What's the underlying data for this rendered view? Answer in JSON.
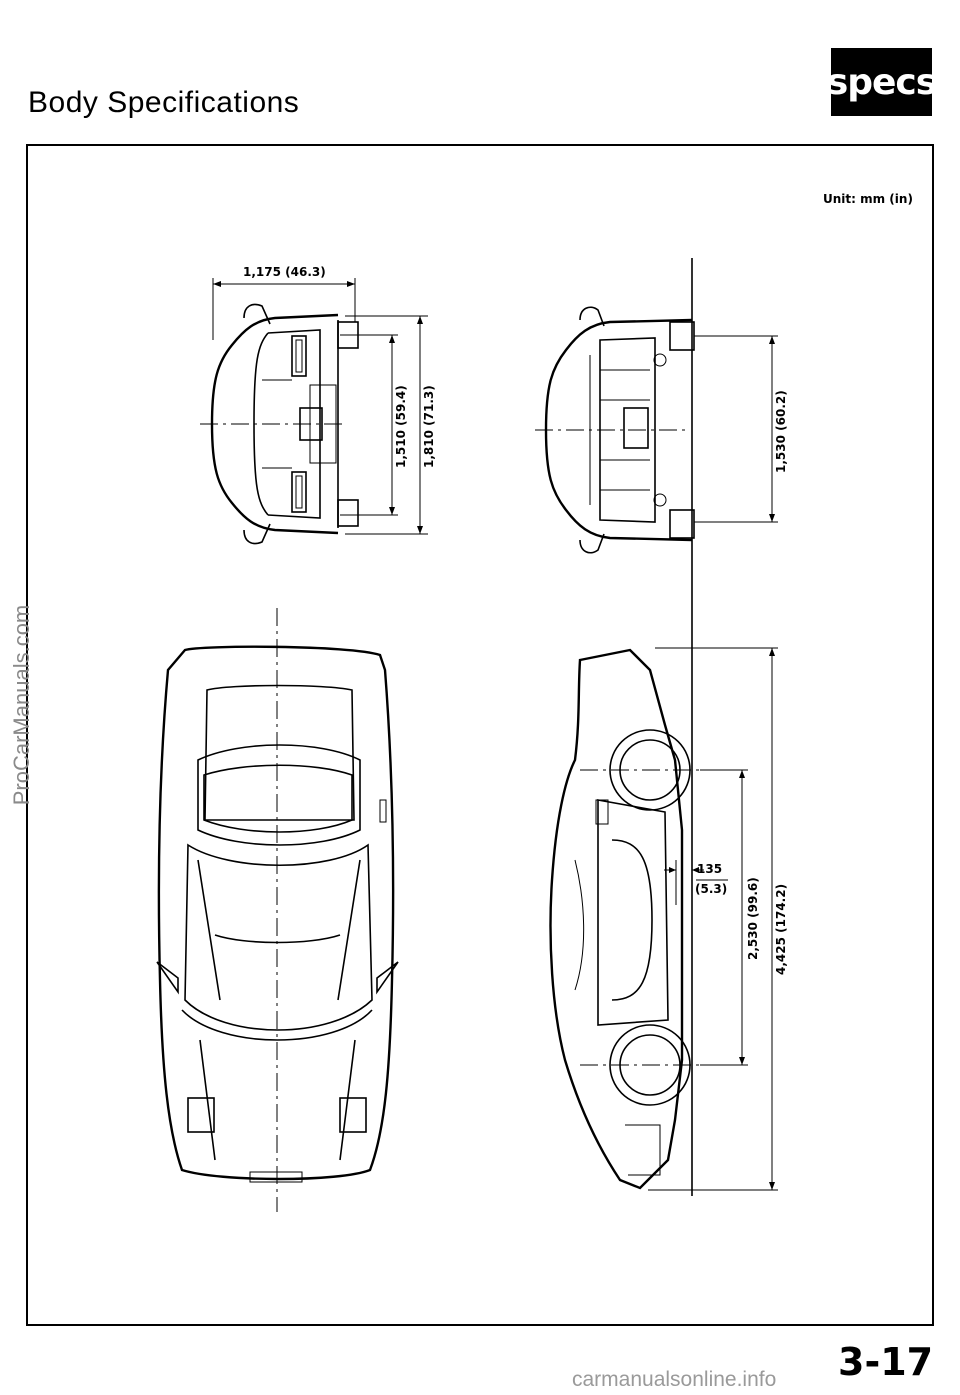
{
  "header": {
    "title": "Body Specifications",
    "badge": "specs"
  },
  "unit_note": "Unit: mm (in)",
  "dimensions": {
    "rear_track": "1,175 (46.3)",
    "front_track_width": "1,510 (59.4)",
    "overall_width": "1,810 (71.3)",
    "overall_height": "1,530 (60.2)",
    "ground_clearance": "135",
    "ground_clearance_in": "(5.3)",
    "wheelbase": "2,530 (99.6)",
    "overall_length": "4,425 (174.2)"
  },
  "watermarks": {
    "left": "ProCarManuals.com",
    "bottom": "carmanualsonline.info"
  },
  "page_number": "3-17"
}
